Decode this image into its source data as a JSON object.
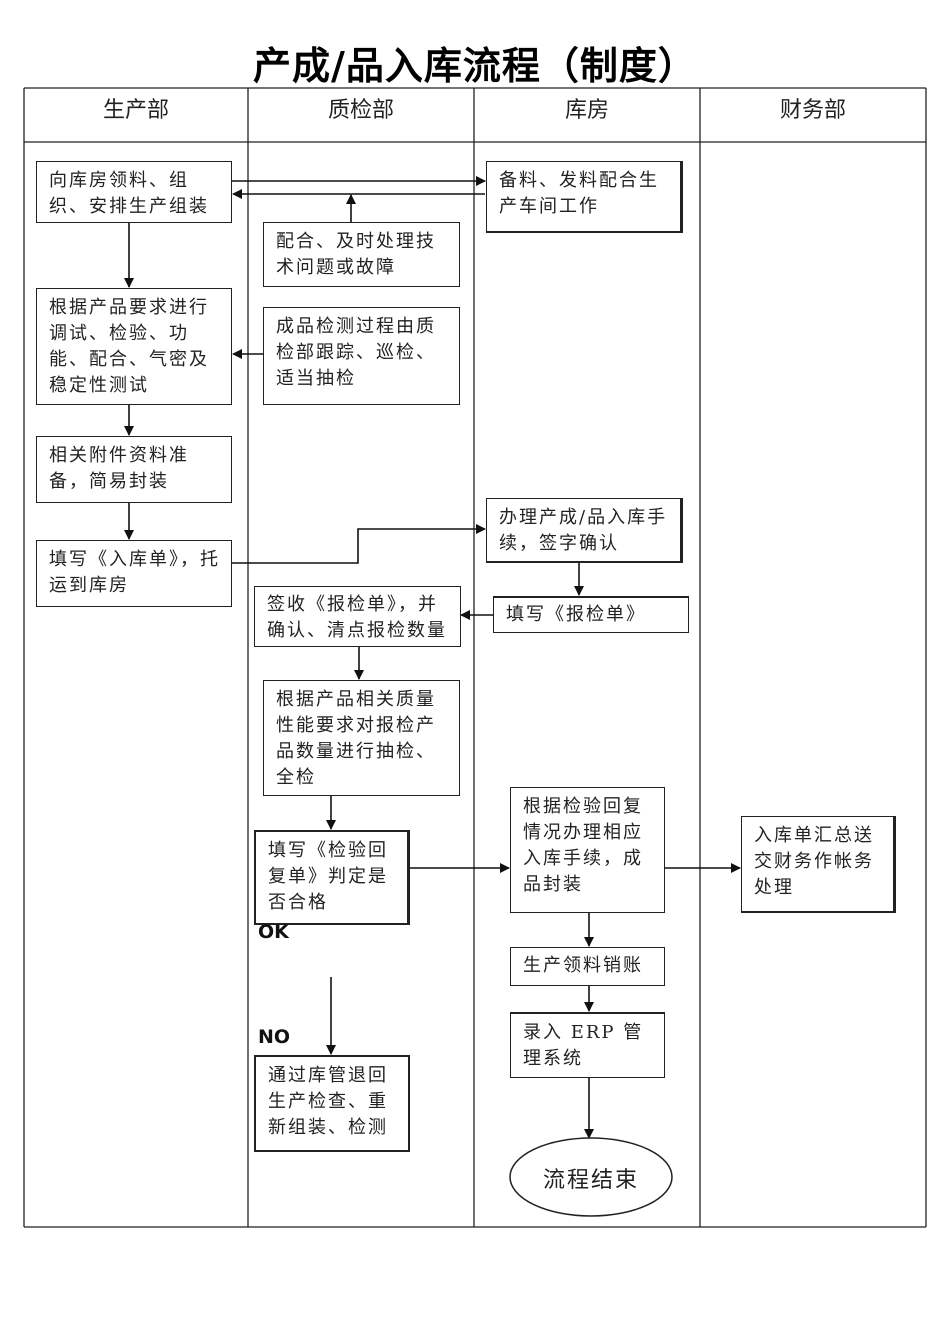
{
  "title": "产成/品入库流程（制度）",
  "lanes": [
    "生产部",
    "质检部",
    "库房",
    "财务部"
  ],
  "steps": {
    "production_pick": "向库房领料、组织、安排生产组装",
    "production_test": "根据产品要求进行调试、检验、功能、配合、气密及稳定性测试",
    "production_pack": "相关附件资料准备，简易封装",
    "production_form": "填写《入库单》，托运到库房",
    "qc_support": "配合、及时处理技术问题或故障",
    "qc_track": "成品检测过程由质检部跟踪、巡检、适当抽检",
    "qc_receive": "签收《报检单》，并确认、清点报检数量",
    "qc_inspect": "根据产品相关质量性能要求对报检产品数量进行抽检、全检",
    "qc_reply": "填写《检验回复单》判定是否合格",
    "qc_return": "通过库管退回生产检查、重新组装、检测",
    "wh_prepare": "备料、发料配合生产车间工作",
    "wh_handle": "办理产成/品入库手续，签字确认",
    "wh_fill": "填写《报检单》",
    "wh_process": "根据检验回复情况办理相应入库手续，成品封装",
    "wh_writeoff": "生产领料销账",
    "wh_erp": "录入 ERP 管理系统",
    "end": "流程结束",
    "fin_summary": "入库单汇总送交财务作帐务处理"
  },
  "decision_labels": {
    "ok": "OK",
    "no": "NO"
  }
}
